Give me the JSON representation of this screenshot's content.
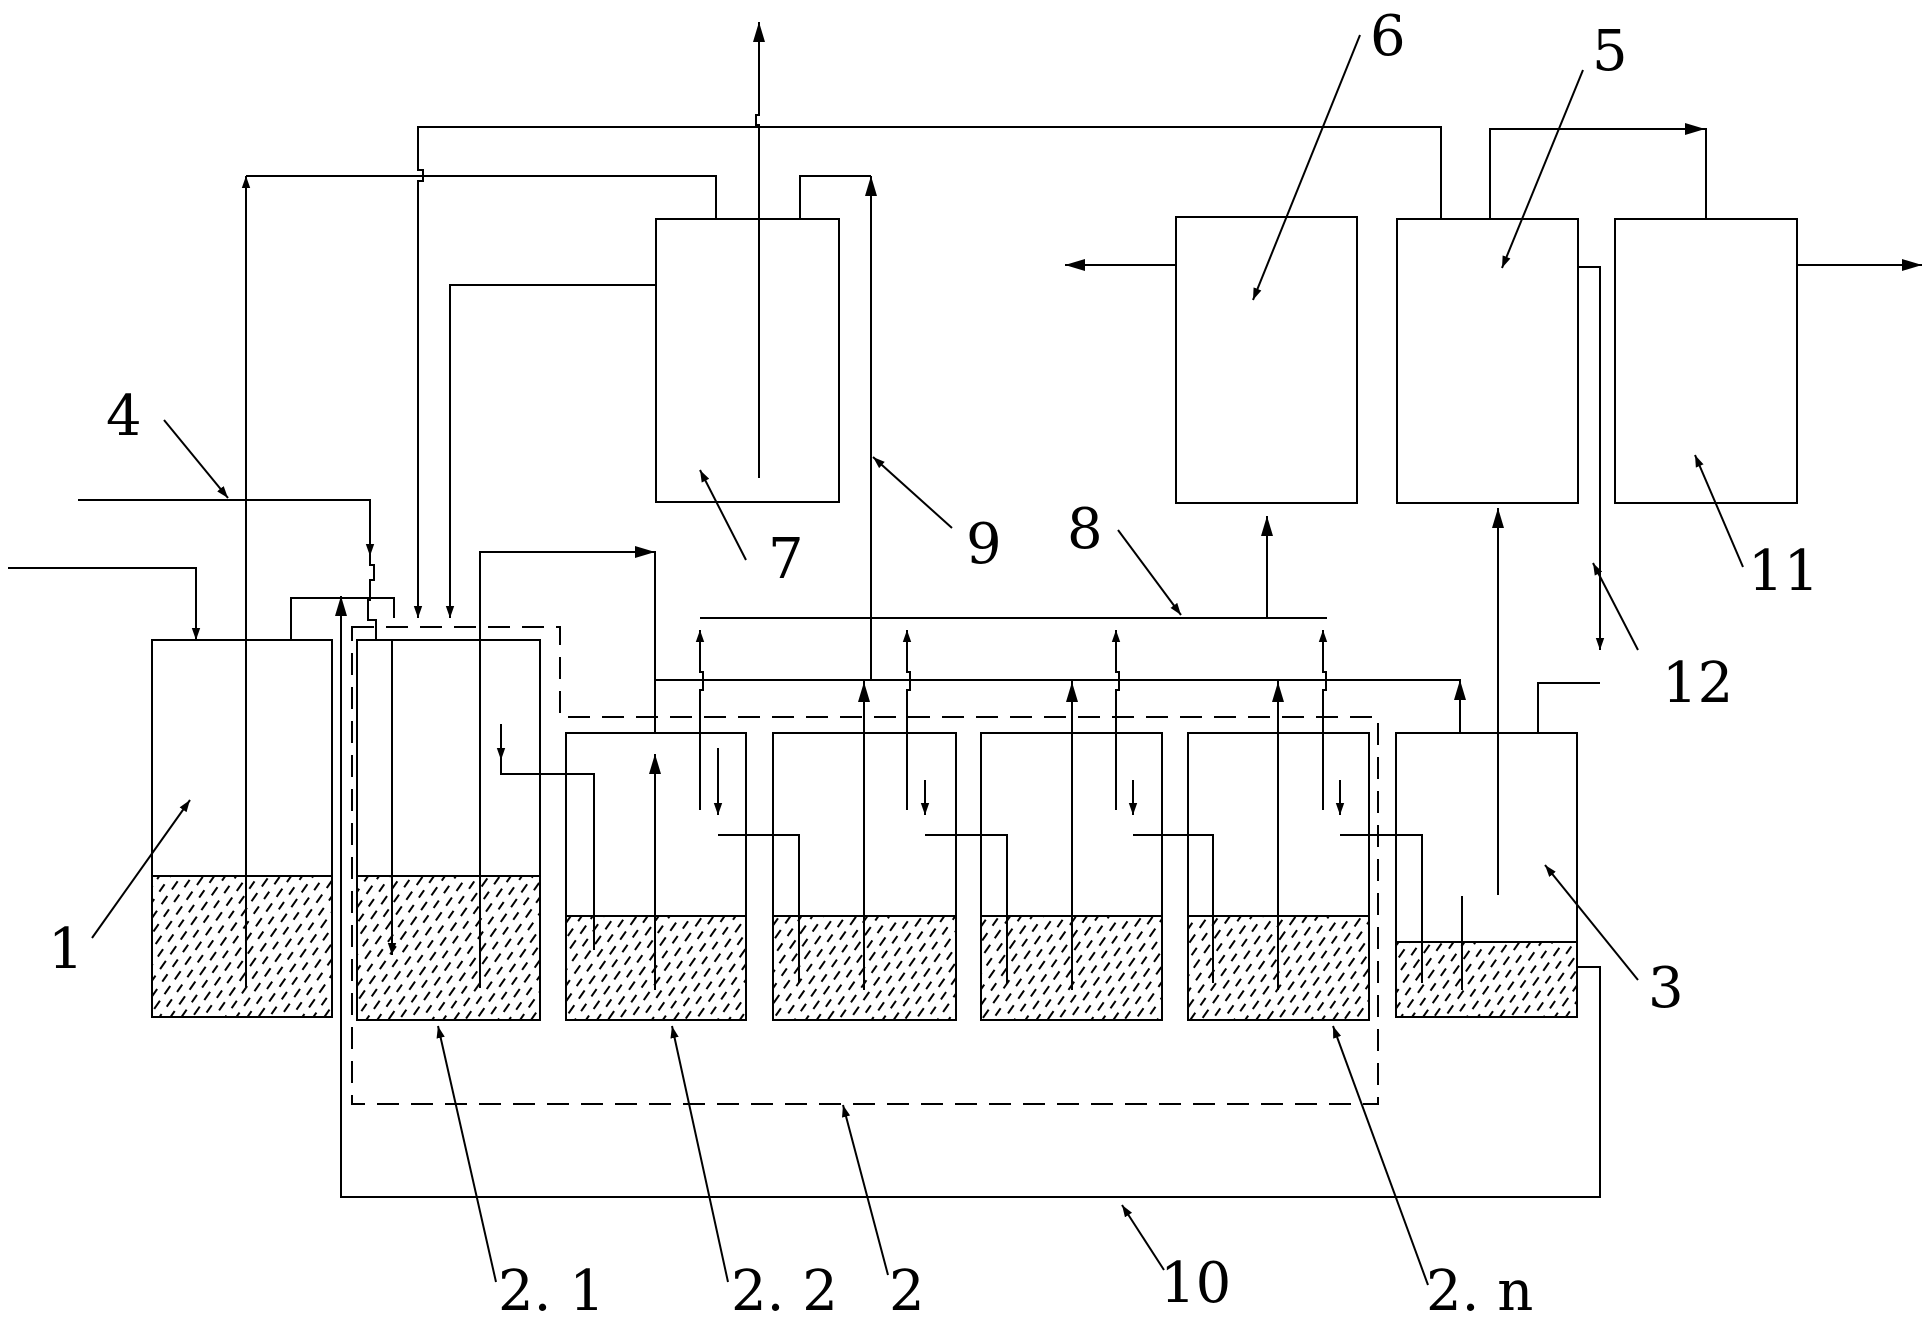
{
  "labels": {
    "l1": "1",
    "l2": "2",
    "l2_1": "2. 1",
    "l2_2": "2. 2",
    "l2_n": "2. n",
    "l3": "3",
    "l4": "4",
    "l5": "5",
    "l6": "6",
    "l7": "7",
    "l8": "8",
    "l9": "9",
    "l10": "10",
    "l11": "11",
    "l12": "12"
  }
}
